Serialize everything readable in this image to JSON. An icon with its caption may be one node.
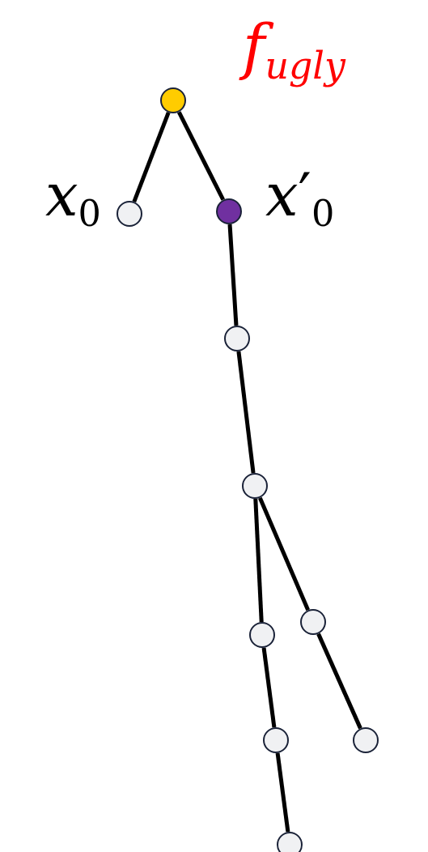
{
  "diagram": {
    "nodes": [
      {
        "text": [],
        "shape": "circle"
      },
      {
        "text": [],
        "shape": "circle",
        "beside": [
          "*x*$_{0}$"
        ]
      },
      {
        "text": [],
        "shape": "circle",
        "beside": [
          "*x*′$_{0}$"
        ]
      },
      {
        "text": [],
        "shape": "circle"
      },
      {
        "text": [],
        "shape": "circle"
      },
      {
        "text": [],
        "shape": "circle"
      },
      {
        "text": [],
        "shape": "circle"
      },
      {
        "text": [],
        "shape": "circle"
      },
      {
        "text": [],
        "shape": "circle"
      },
      {
        "text": [],
        "shape": "circle"
      }
    ],
    "edges": [
      {
        "from": 0,
        "to": 1,
        "arrow": "none"
      },
      {
        "from": 0,
        "to": 2,
        "arrow": "none"
      },
      {
        "from": 2,
        "to": 3,
        "arrow": "none"
      },
      {
        "from": 3,
        "to": 4,
        "arrow": "none"
      },
      {
        "from": 4,
        "to": 5,
        "arrow": "none"
      },
      {
        "from": 4,
        "to": 6,
        "arrow": "none"
      },
      {
        "from": 5,
        "to": 7,
        "arrow": "none"
      },
      {
        "from": 6,
        "to": 8,
        "arrow": "none"
      },
      {
        "from": 7,
        "to": 9,
        "arrow": "none"
      }
    ],
    "labels": [
      "*f*$_{ugly}$"
    ]
  }
}
